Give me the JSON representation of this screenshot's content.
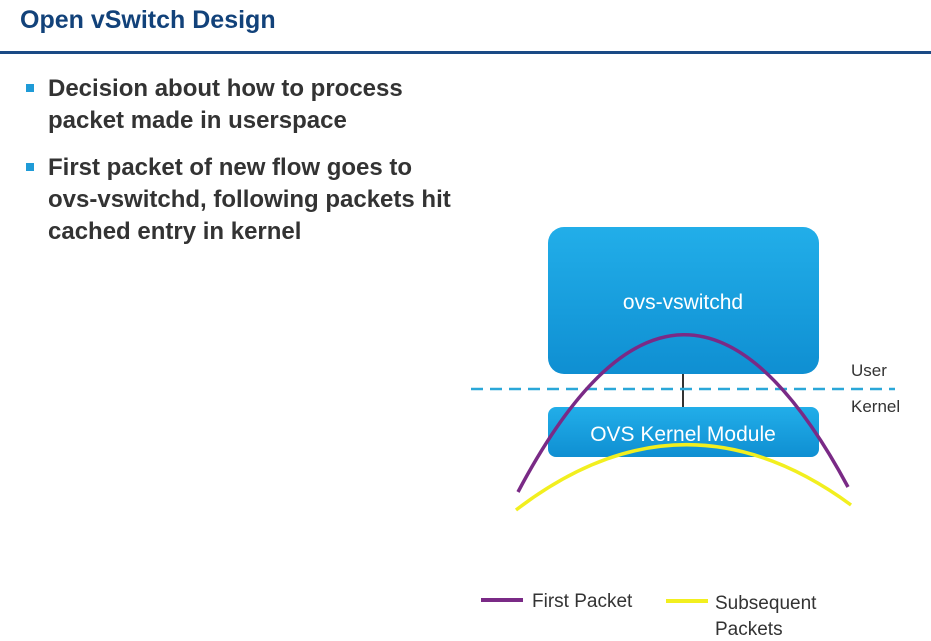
{
  "slide": {
    "title": "Open vSwitch Design",
    "bullets": [
      "Decision about how to process packet made in userspace",
      "First packet of new flow goes to ovs-vswitchd, following packets hit cached entry in kernel"
    ]
  },
  "diagram": {
    "userspace_box": "ovs-vswitchd",
    "kernel_box": "OVS Kernel Module",
    "boundary_labels": {
      "user": "User",
      "kernel": "Kernel"
    },
    "legend": {
      "first_packet": "First Packet",
      "subsequent_line1": "Subsequent",
      "subsequent_line2": "Packets"
    },
    "colors": {
      "box_fill": "#1aa3e4",
      "first_packet": "#7a2a86",
      "subsequent_packets": "#f2ef1f",
      "boundary": "#2aa7d8",
      "title": "#12427a"
    }
  }
}
